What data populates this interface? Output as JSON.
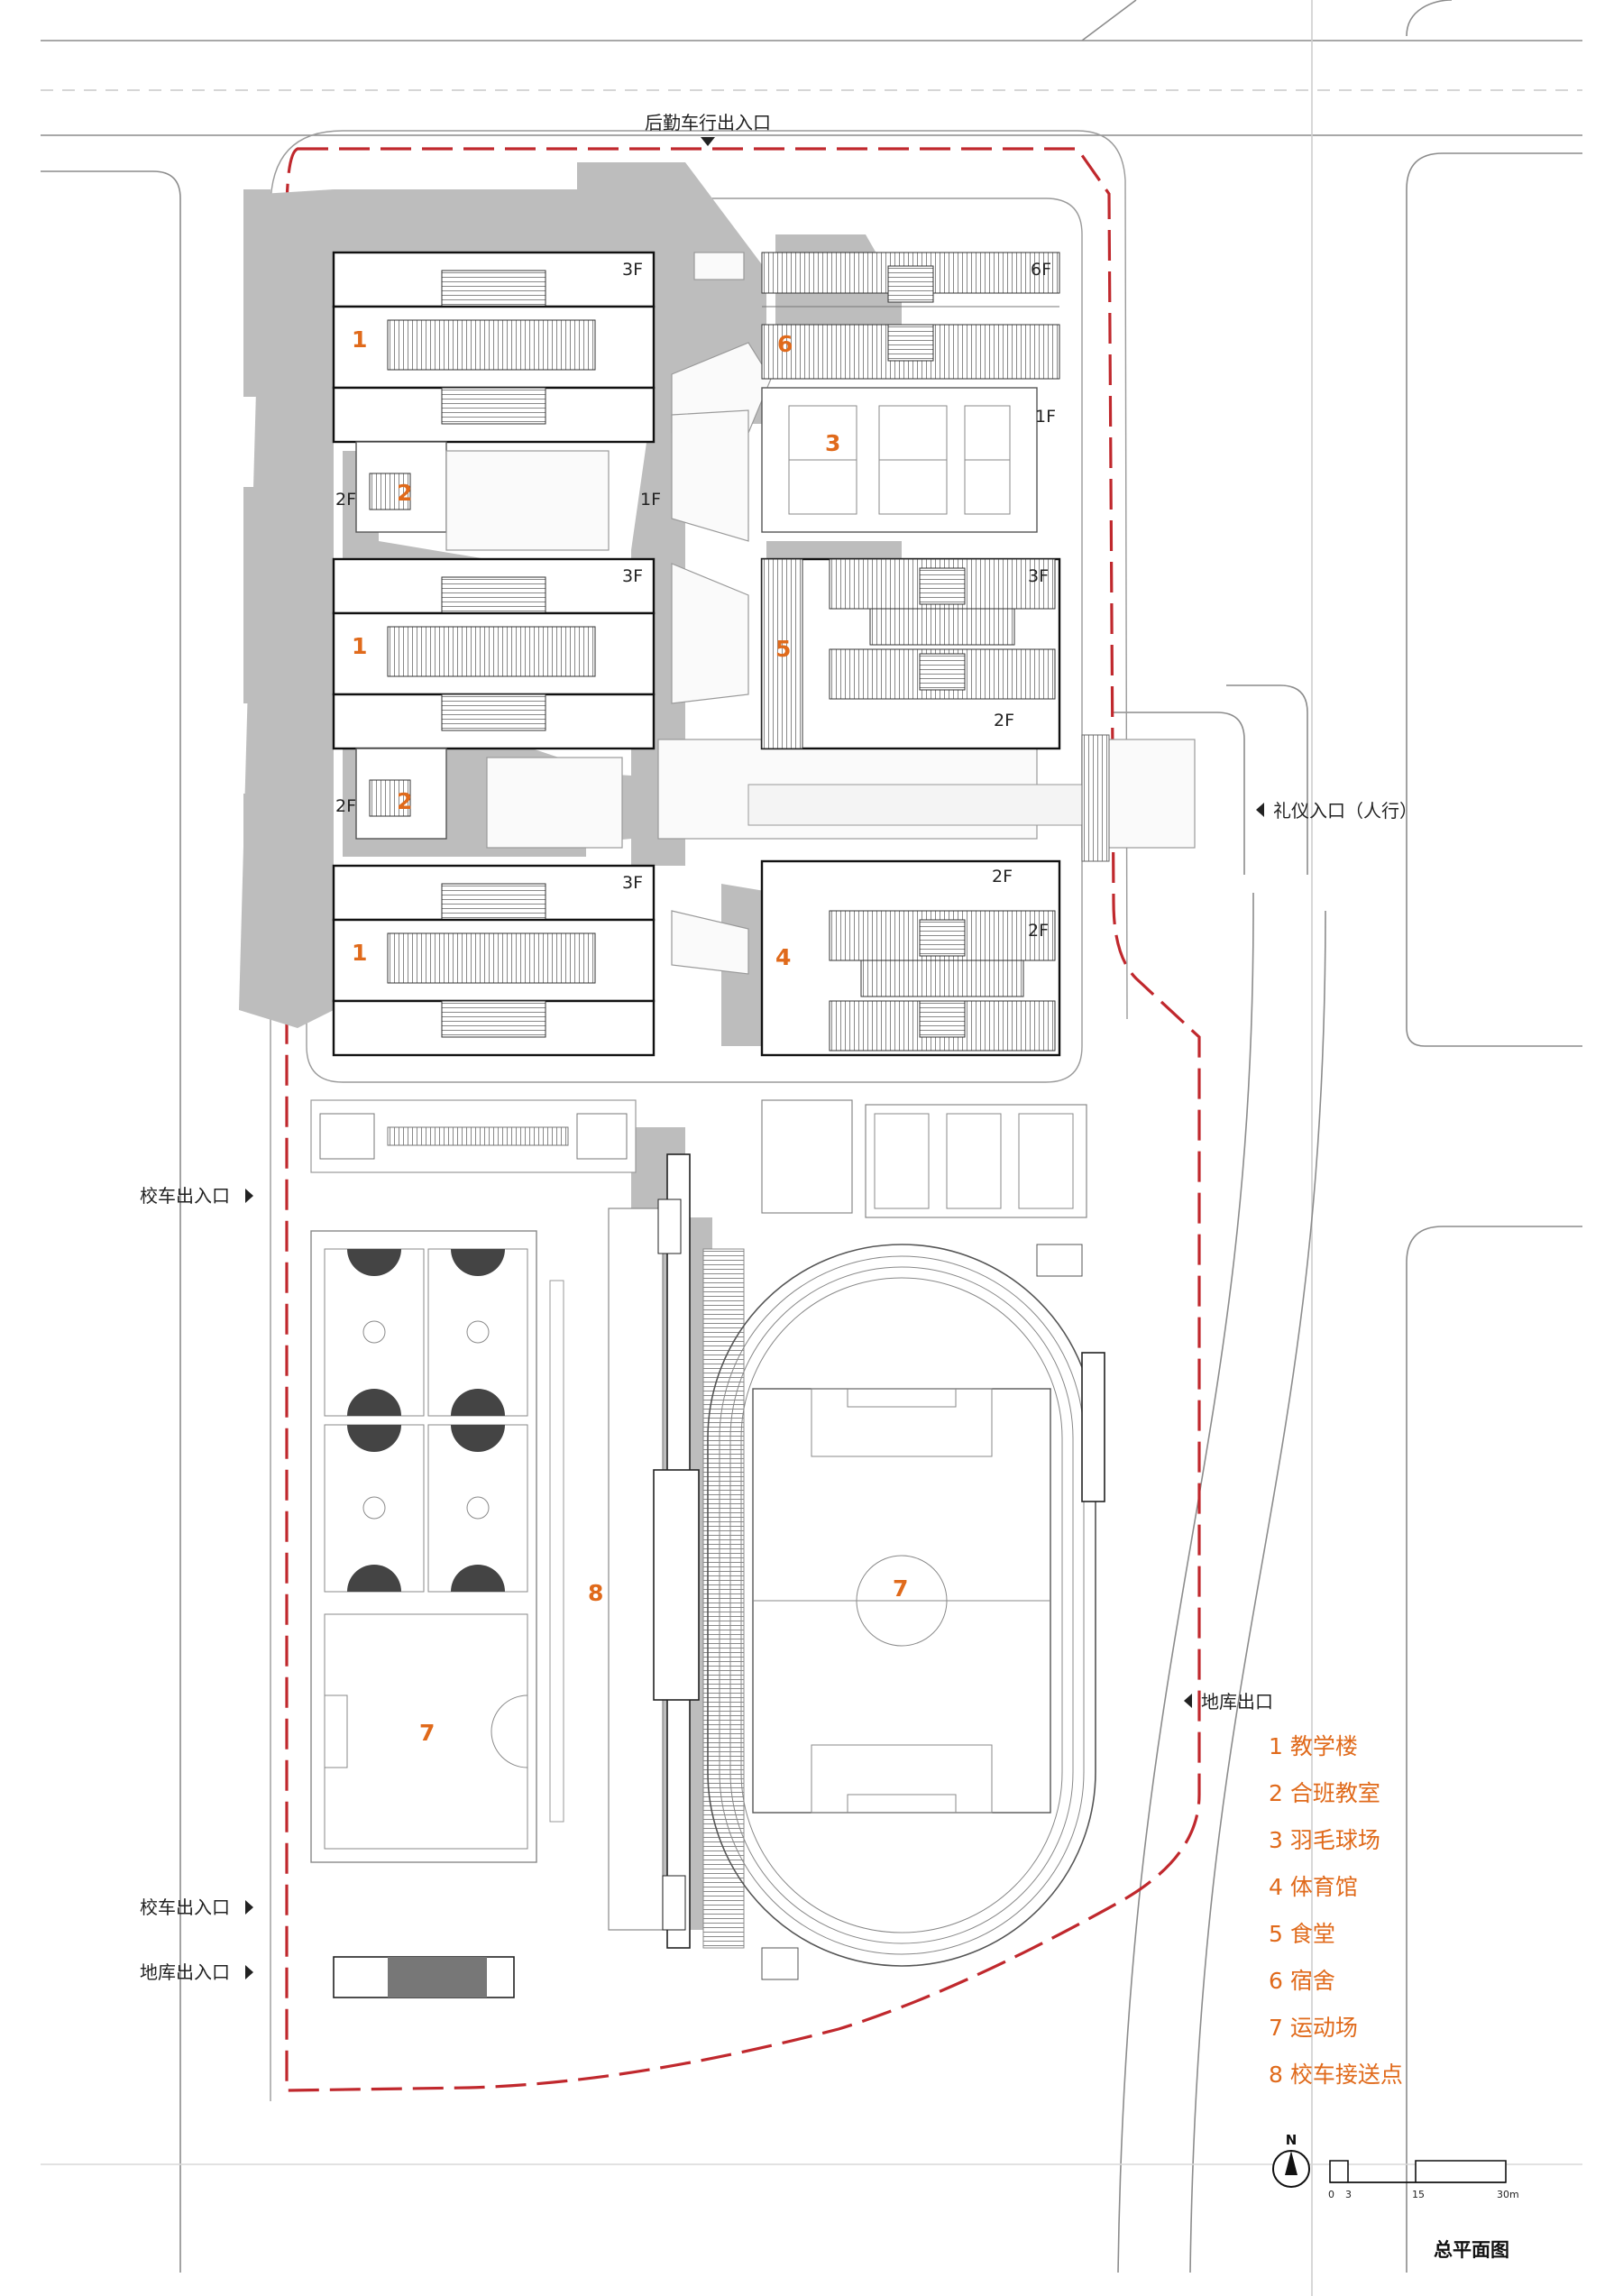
{
  "entrances": {
    "rear_service": "后勤车行出入口",
    "ceremonial": "礼仪入口（人行）",
    "school_bus_1": "校车出入口",
    "school_bus_2": "校车出入口",
    "garage_1": "地库出口",
    "garage_2": "地库出入口"
  },
  "building_numbers": {
    "b1a": "1",
    "b1b": "1",
    "b1c": "1",
    "b2a": "2",
    "b2b": "2",
    "b3": "3",
    "b4": "4",
    "b5": "5",
    "b6": "6",
    "b7a": "7",
    "b7b": "7",
    "b8": "8"
  },
  "floor_labels": {
    "f1": "3F",
    "f2": "6F",
    "f3": "1F",
    "f4": "2F",
    "f5": "1F",
    "f6": "3F",
    "f7": "2F",
    "f8": "3F",
    "f9": "2F",
    "f10": "2F",
    "f11": "3F",
    "f12": "2F"
  },
  "legend": [
    "1 教学楼",
    "2 合班教室",
    "3 羽毛球场",
    "4 体育馆",
    "5 食堂",
    "6 宿舍",
    "7 运动场",
    "8 校车接送点"
  ],
  "north_label": "N",
  "scale_labels": [
    "0",
    "3",
    "15",
    "30m"
  ],
  "title": "总平面图",
  "colors": {
    "accent": "#e06a1b",
    "boundary": "#c0282d",
    "building_outline": "#111111",
    "shadow": "#bdbdbd"
  }
}
